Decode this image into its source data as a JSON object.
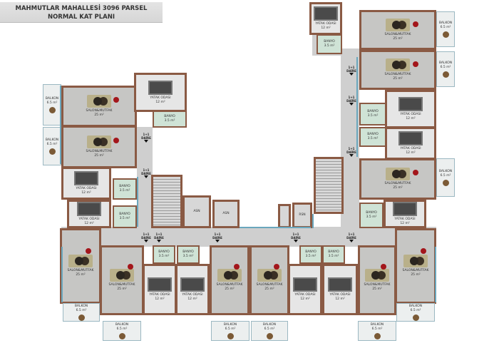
{
  "title": {
    "line1": "MAHMUTLAR MAHALLESİ 3096 PARSEL",
    "line2": "NORMAL KAT PLANI"
  },
  "labels": {
    "salon": "SALON&MUTFAK",
    "salon_area": "25 m²",
    "balkon": "BALKON",
    "balkon_area": "6.5 m²",
    "banyo": "BANYO",
    "banyo_area": "3.5 m²",
    "yatak": "YATAK ODASI",
    "yatak_area": "12 m²",
    "daire_type": "1+1",
    "daire": "DAİRE",
    "asn": "ASN",
    "rsn": "RSN"
  },
  "colors": {
    "wall": "#8a5a44",
    "floor": "#c6c6c4",
    "glass": "#6aa7bd"
  }
}
